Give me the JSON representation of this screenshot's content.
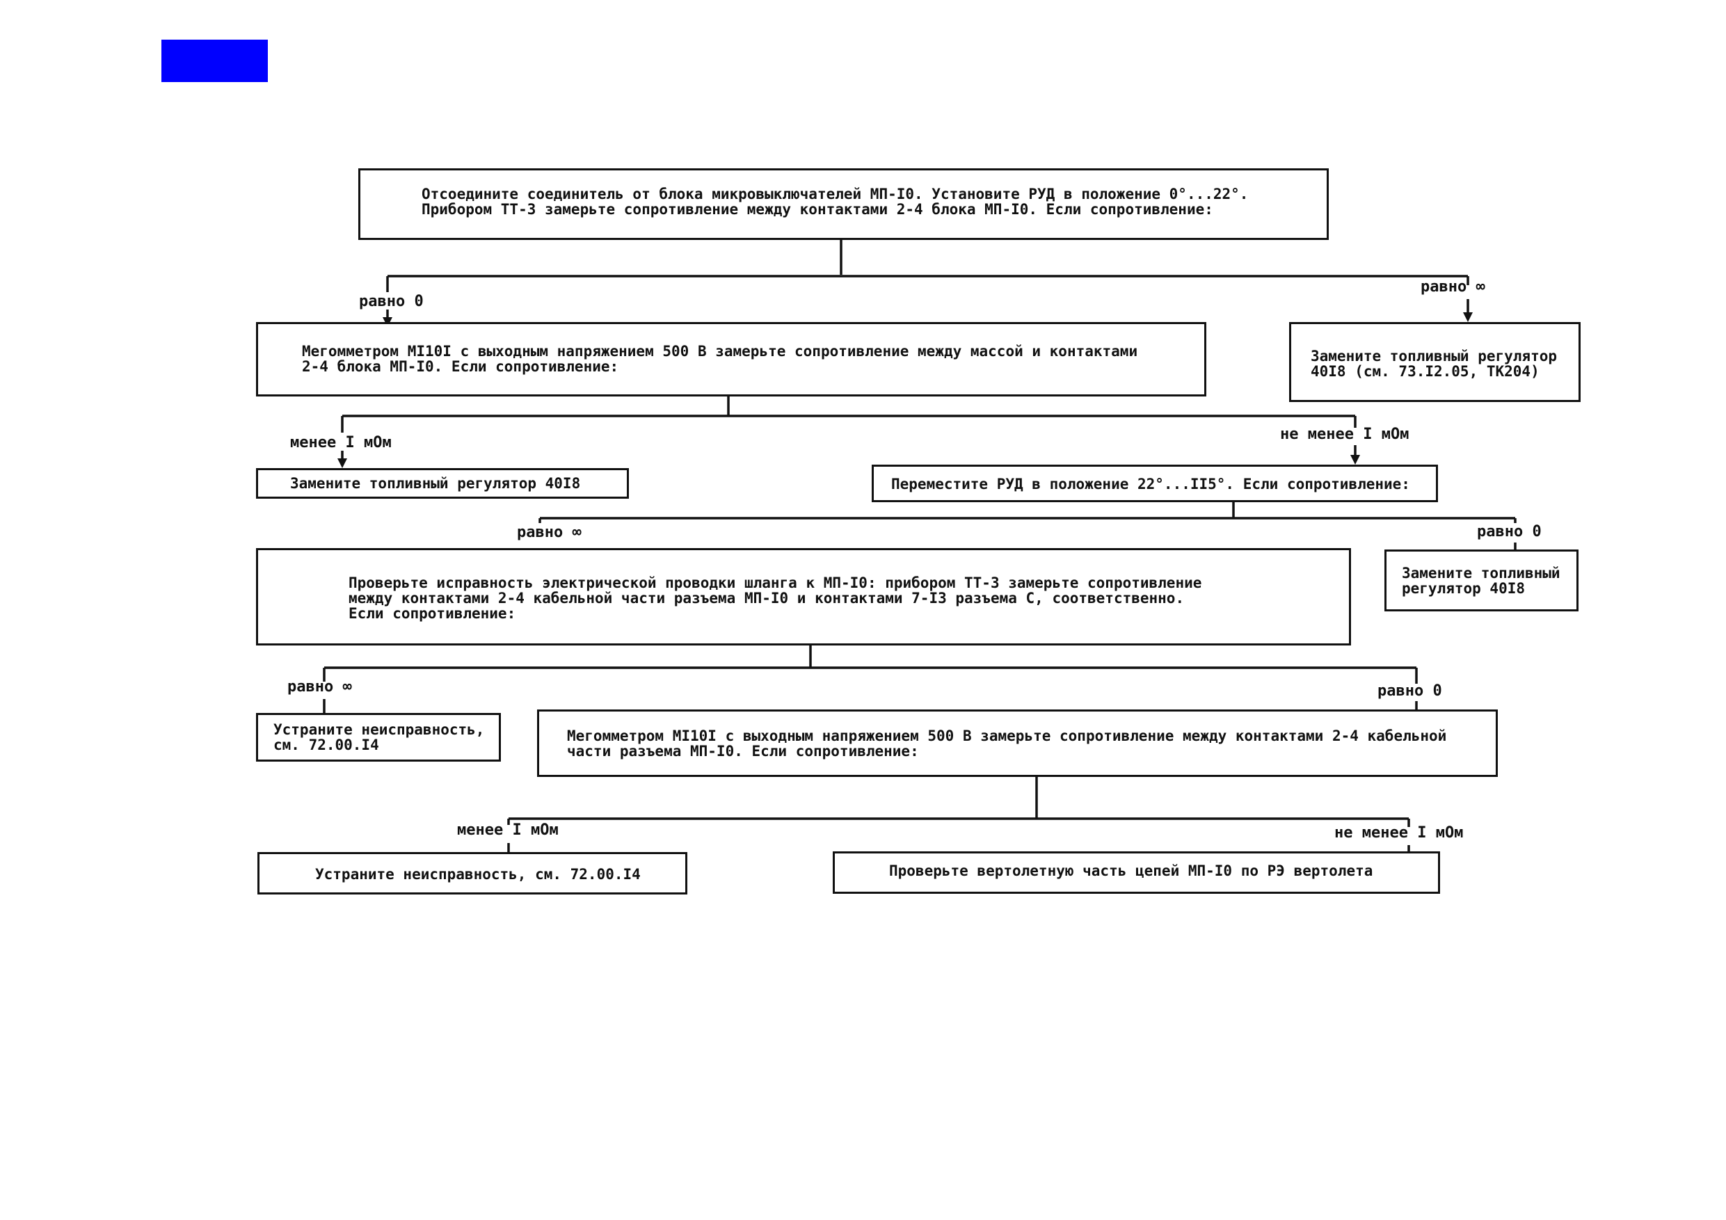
{
  "header_marker": {
    "color": "#0000ff"
  },
  "steps": {
    "s1": {
      "line1": "Отсоедините соединитель от блока микровыключателей МП-I0. Установите РУД в положение 0°...22°.",
      "line2": "Прибором ТТ-3 замерьте сопротивление между контактами 2-4 блока МП-I0. Если сопротивление:"
    },
    "s2": {
      "line1": "Мегомметром МI10I с выходным напряжением 500 В замерьте сопротивление между массой и контактами",
      "line2": "2-4 блока МП-I0. Если сопротивление:"
    },
    "s3": {
      "line1": "Замените топливный регулятор",
      "line2": "40I8 (см. 73.I2.05, ТК204)"
    },
    "s4": {
      "line1": "Замените топливный регулятор 40I8"
    },
    "s5": {
      "line1": "Переместите РУД в положение 22°...II5°. Если сопротивление:"
    },
    "s6": {
      "line1": "Проверьте исправность электрической проводки шланга к МП-I0: прибором ТТ-3 замерьте сопротивление",
      "line2": "между контактами 2-4 кабельной части разъема МП-I0 и контактами 7-I3 разъема С, соответственно.",
      "line3": "Если сопротивление:"
    },
    "s7": {
      "line1": "Замените топливный",
      "line2": "регулятор 40I8"
    },
    "s8": {
      "line1": "Устраните неисправность,",
      "line2": "см. 72.00.I4"
    },
    "s9": {
      "line1": "Мегомметром МI10I с выходным напряжением 500 В замерьте сопротивление между контактами 2-4 кабельной",
      "line2": "части разъема МП-I0. Если сопротивление:"
    },
    "s10": {
      "line1": "Устраните неисправность, см. 72.00.I4"
    },
    "s11": {
      "line1": "Проверьте вертолетную часть цепей МП-I0 по РЭ вертолета"
    }
  },
  "branches": {
    "b1_left": "равно 0",
    "b1_right": "равно ∞",
    "b2_left": "менее I мОм",
    "b2_right": "не менее I мОм",
    "b3_left": "равно ∞",
    "b3_right": "равно 0",
    "b4_left": "равно ∞",
    "b4_right": "равно 0",
    "b5_left": "менее I мОм",
    "b5_right": "не менее I мОм"
  }
}
